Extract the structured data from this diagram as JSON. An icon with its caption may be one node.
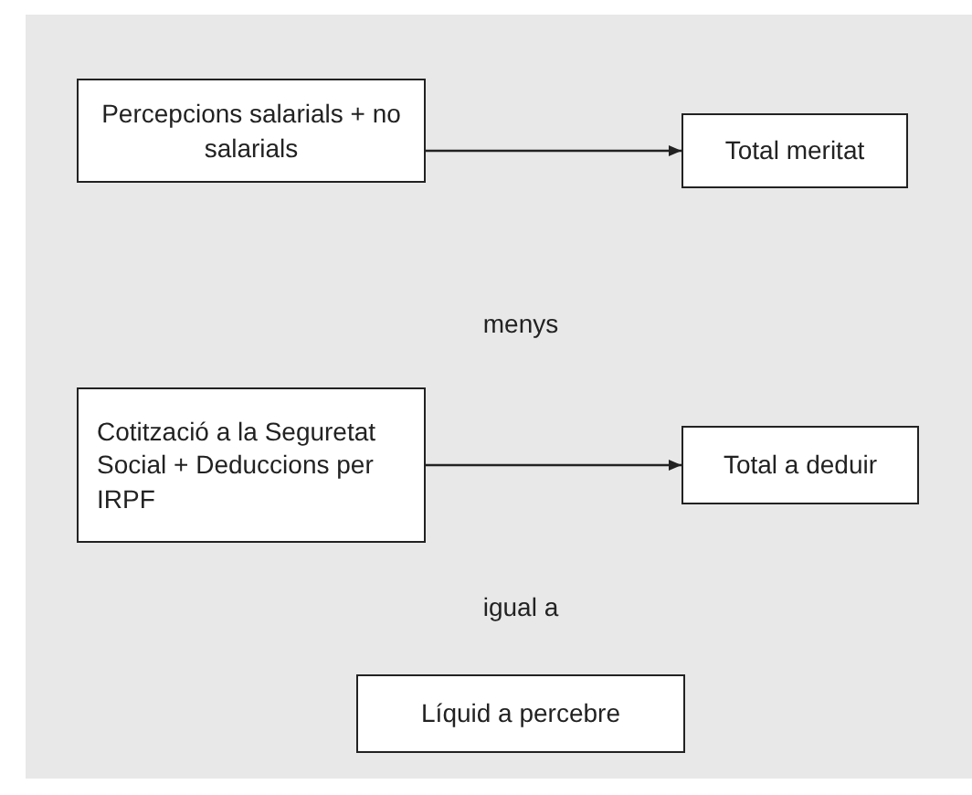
{
  "diagram": {
    "nodes": [
      {
        "text": [
          "Percepcions salarials + no salarials"
        ]
      },
      {
        "text": [
          "Total meritat"
        ]
      },
      {
        "text": [
          "Cotització a la Seguretat Social + Deduccions per IRPF"
        ]
      },
      {
        "text": [
          "Total a deduir"
        ]
      },
      {
        "text": [
          "Líquid a percebre"
        ]
      }
    ],
    "edges": [
      {
        "from": 0,
        "to": 1,
        "arrow": "to"
      },
      {
        "from": 2,
        "to": 3,
        "arrow": "to"
      }
    ],
    "labels": [
      "menys",
      "igual a"
    ]
  }
}
